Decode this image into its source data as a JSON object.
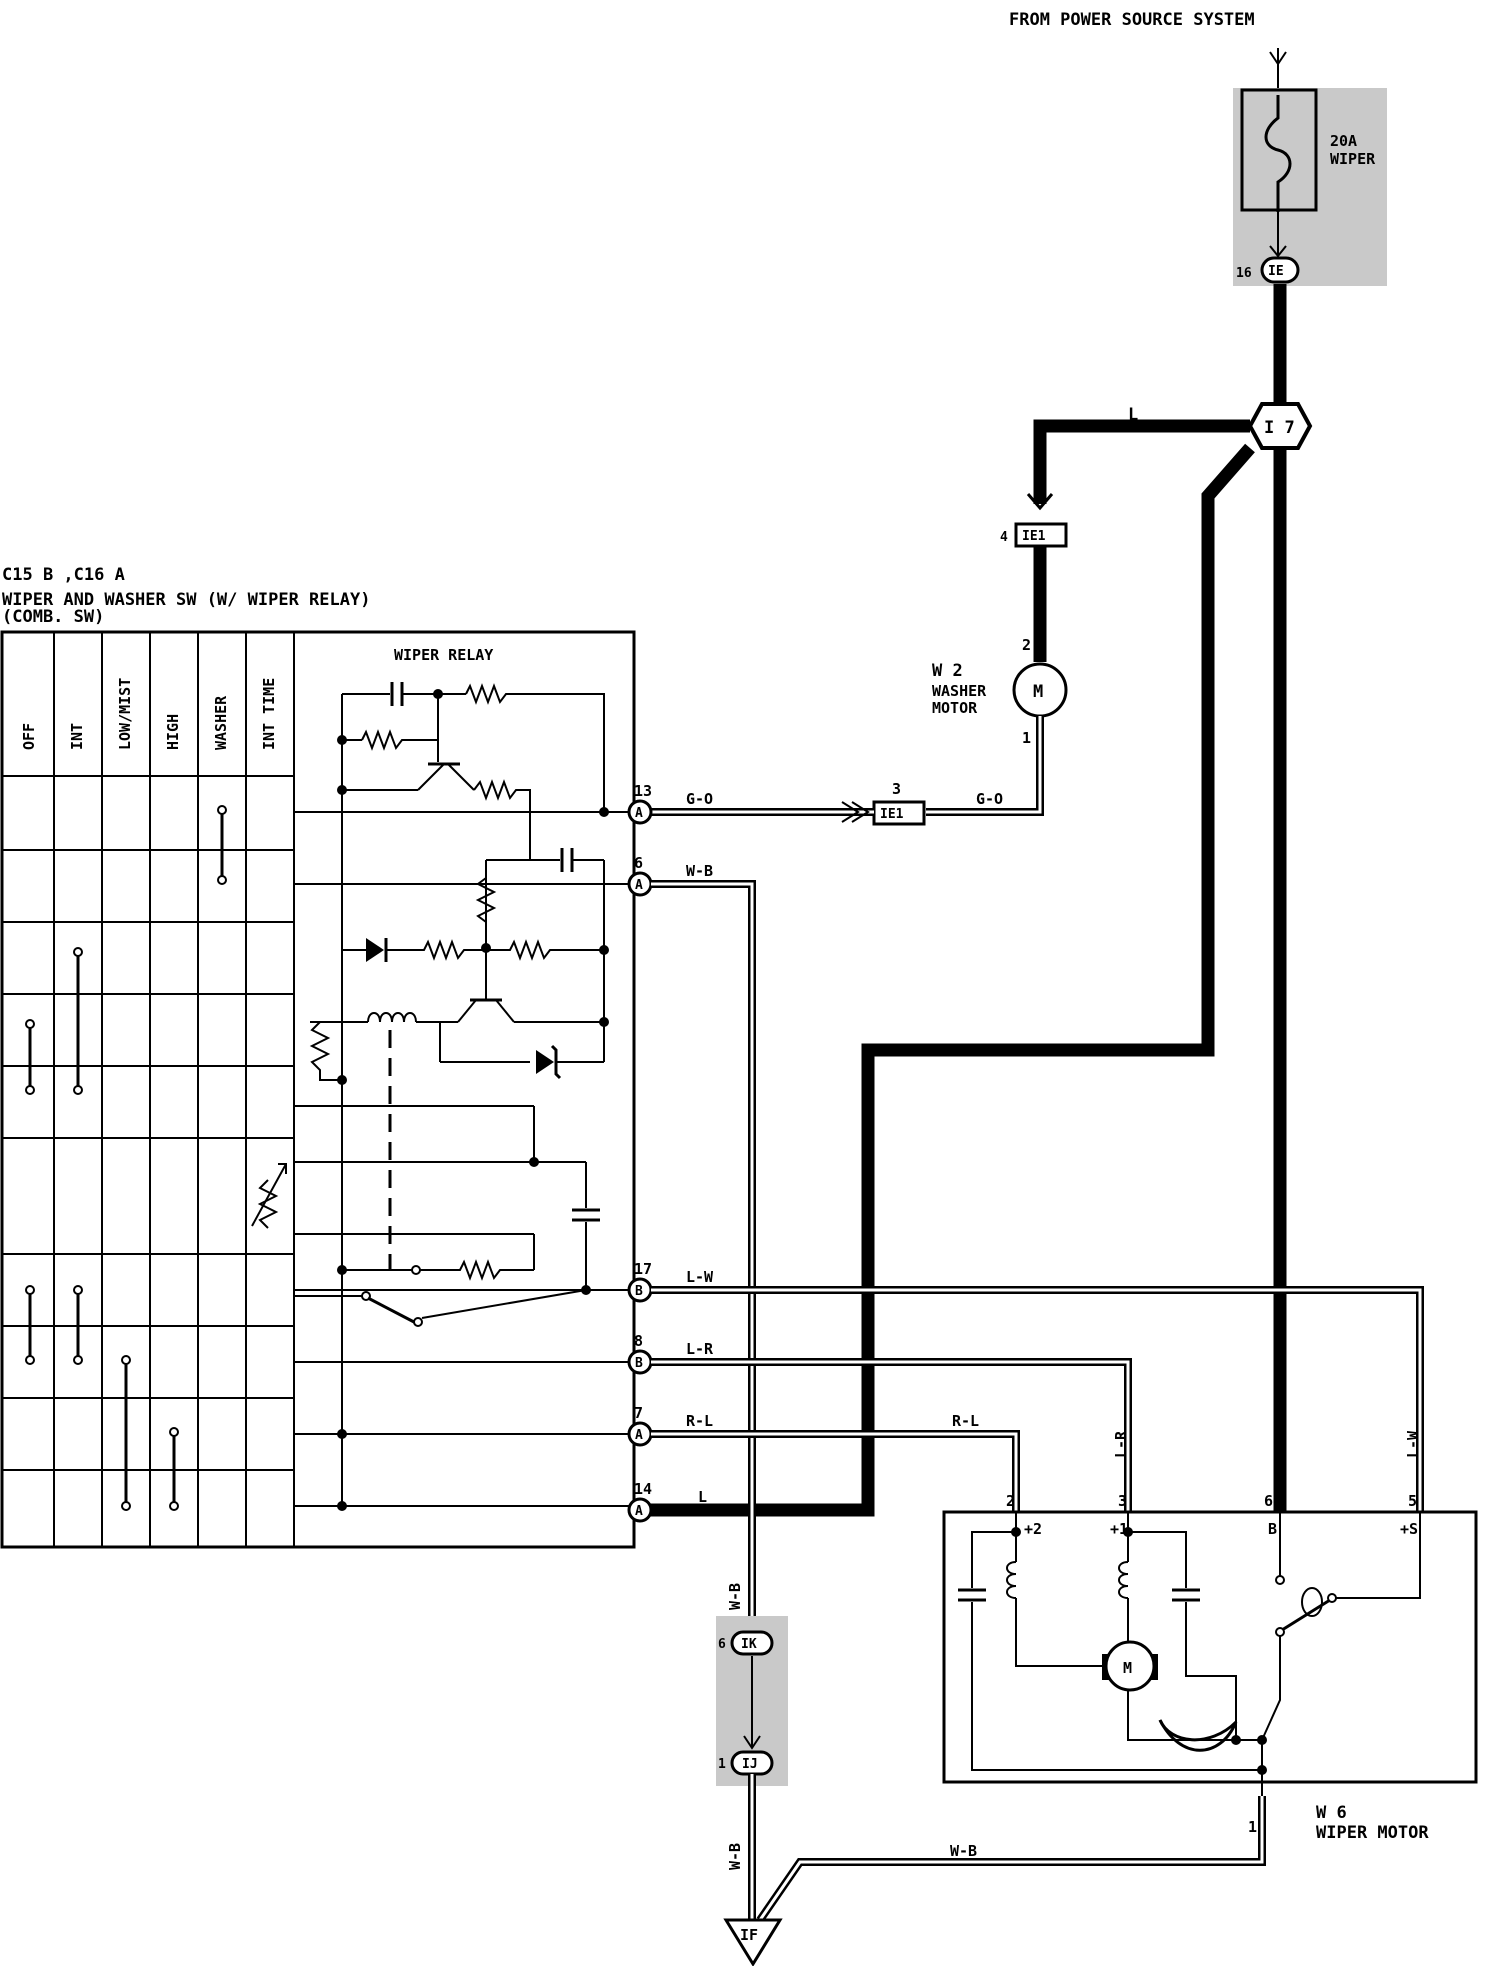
{
  "power_source": "FROM POWER SOURCE SYSTEM",
  "fuse": {
    "line1": "20A",
    "line2": "WIPER",
    "connector_pin": "16",
    "connector": "IE"
  },
  "junction": {
    "label": "I 7"
  },
  "wire_top_label": "L",
  "washer_motor": {
    "code": "W 2",
    "name_line1": "WASHER",
    "name_line2": "MOTOR",
    "pin_top": "2",
    "pin_bottom": "1",
    "connector_top_pin": "4",
    "connector_top": "IE1",
    "connector_bottom_pin": "3",
    "connector_bottom": "IE1",
    "motor_symbol": "M"
  },
  "switch": {
    "code_line": "C15 B ,C16 A",
    "title_line1": "WIPER AND WASHER SW (W/ WIPER RELAY)",
    "title_line2": "(COMB. SW)",
    "relay_title": "WIPER RELAY",
    "columns": [
      "OFF",
      "INT",
      "LOW/MIST",
      "HIGH",
      "WASHER",
      "INT TIME"
    ]
  },
  "terminals": [
    {
      "pin": "13",
      "conn": "A",
      "wire": "G-O"
    },
    {
      "pin": "6",
      "conn": "A",
      "wire": "W-B"
    },
    {
      "pin": "17",
      "conn": "B",
      "wire": "L-W"
    },
    {
      "pin": "8",
      "conn": "B",
      "wire": "L-R"
    },
    {
      "pin": "7",
      "conn": "A",
      "wire": "R-L"
    },
    {
      "pin": "14",
      "conn": "A",
      "wire": "L"
    }
  ],
  "wire_labels": {
    "go_right": "G-O",
    "rl_right": "R-L",
    "lr_vertical": "L-R",
    "lw_vertical": "L-W",
    "wb_vertical_upper": "W-B",
    "wb_vertical_lower": "W-B",
    "wb_bottom": "W-B"
  },
  "ground_connectors": {
    "upper_pin": "6",
    "upper": "IK",
    "lower_pin": "1",
    "lower": "IJ",
    "ground": "IF"
  },
  "wiper_motor": {
    "code": "W 6",
    "name": "WIPER MOTOR",
    "pins": [
      "2",
      "3",
      "6",
      "5"
    ],
    "terminals": [
      "+2",
      "+1",
      "B",
      "+S"
    ],
    "ground_pin": "1",
    "motor_symbol": "M"
  }
}
